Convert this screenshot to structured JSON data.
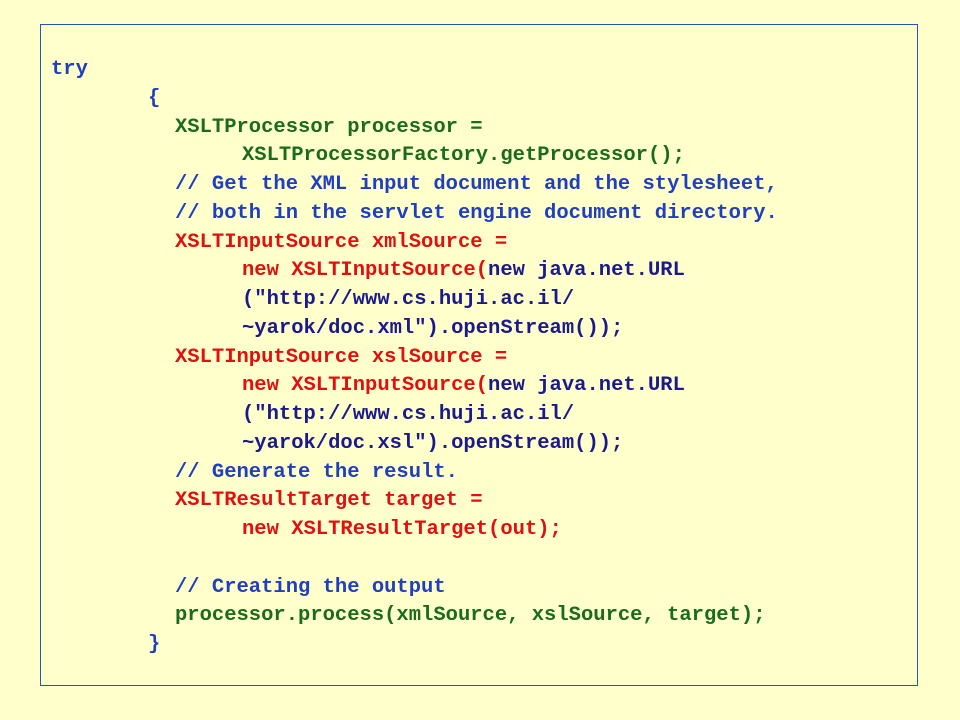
{
  "colors": {
    "background": "#ffffcc",
    "border": "#2a52be",
    "keyword_blue": "#1f3fbf",
    "type_green": "#1a6b1a",
    "new_red": "#e01010",
    "text_navy": "#1a1a8c"
  },
  "code": {
    "lines": [
      {
        "indent": 0,
        "tokens": [
          {
            "t": "try",
            "c": "c-blue"
          }
        ]
      },
      {
        "indent": 1,
        "tokens": [
          {
            "t": "{",
            "c": "c-blue"
          }
        ]
      },
      {
        "indent": 2,
        "tokens": [
          {
            "t": "XSLTProcessor processor =",
            "c": "c-green"
          }
        ]
      },
      {
        "indent": 3,
        "tokens": [
          {
            "t": "XSLTProcessorFactory.getProcessor();",
            "c": "c-green"
          }
        ]
      },
      {
        "indent": 2,
        "tokens": [
          {
            "t": "// Get the XML input document and the stylesheet,",
            "c": "c-blue"
          }
        ]
      },
      {
        "indent": 2,
        "tokens": [
          {
            "t": "// both in the servlet engine document directory.",
            "c": "c-blue"
          }
        ]
      },
      {
        "indent": 2,
        "tokens": [
          {
            "t": "XSLTInputSource xmlSource =",
            "c": "c-red"
          }
        ]
      },
      {
        "indent": 3,
        "tokens": [
          {
            "t": "new XSLTInputSource(",
            "c": "c-red"
          },
          {
            "t": "new java.net.URL",
            "c": "c-navy"
          }
        ]
      },
      {
        "indent": 3,
        "tokens": [
          {
            "t": "(\"http://www.cs.huji.ac.il/",
            "c": "c-navy"
          }
        ]
      },
      {
        "indent": 3,
        "tokens": [
          {
            "t": "~yarok/doc.xml\").openStream());",
            "c": "c-navy"
          }
        ]
      },
      {
        "indent": 2,
        "tokens": [
          {
            "t": "XSLTInputSource xslSource =",
            "c": "c-red"
          }
        ]
      },
      {
        "indent": 3,
        "tokens": [
          {
            "t": "new XSLTInputSource(",
            "c": "c-red"
          },
          {
            "t": "new java.net.URL",
            "c": "c-navy"
          }
        ]
      },
      {
        "indent": 3,
        "tokens": [
          {
            "t": "(\"http://www.cs.huji.ac.il/",
            "c": "c-navy"
          }
        ]
      },
      {
        "indent": 3,
        "tokens": [
          {
            "t": "~yarok/doc.xsl\").openStream());",
            "c": "c-navy"
          }
        ]
      },
      {
        "indent": 2,
        "tokens": [
          {
            "t": "// Generate the result.",
            "c": "c-blue"
          }
        ]
      },
      {
        "indent": 2,
        "tokens": [
          {
            "t": "XSLTResultTarget target =",
            "c": "c-red"
          }
        ]
      },
      {
        "indent": 3,
        "tokens": [
          {
            "t": "new XSLTResultTarget(out);",
            "c": "c-red"
          }
        ]
      },
      {
        "indent": 0,
        "tokens": []
      },
      {
        "indent": 2,
        "tokens": [
          {
            "t": "// Creating the output",
            "c": "c-blue"
          }
        ]
      },
      {
        "indent": 2,
        "tokens": [
          {
            "t": "processor.process(xmlSource, xslSource, target);",
            "c": "c-green"
          }
        ]
      },
      {
        "indent": 1,
        "tokens": [
          {
            "t": "}",
            "c": "c-blue"
          }
        ]
      }
    ]
  }
}
